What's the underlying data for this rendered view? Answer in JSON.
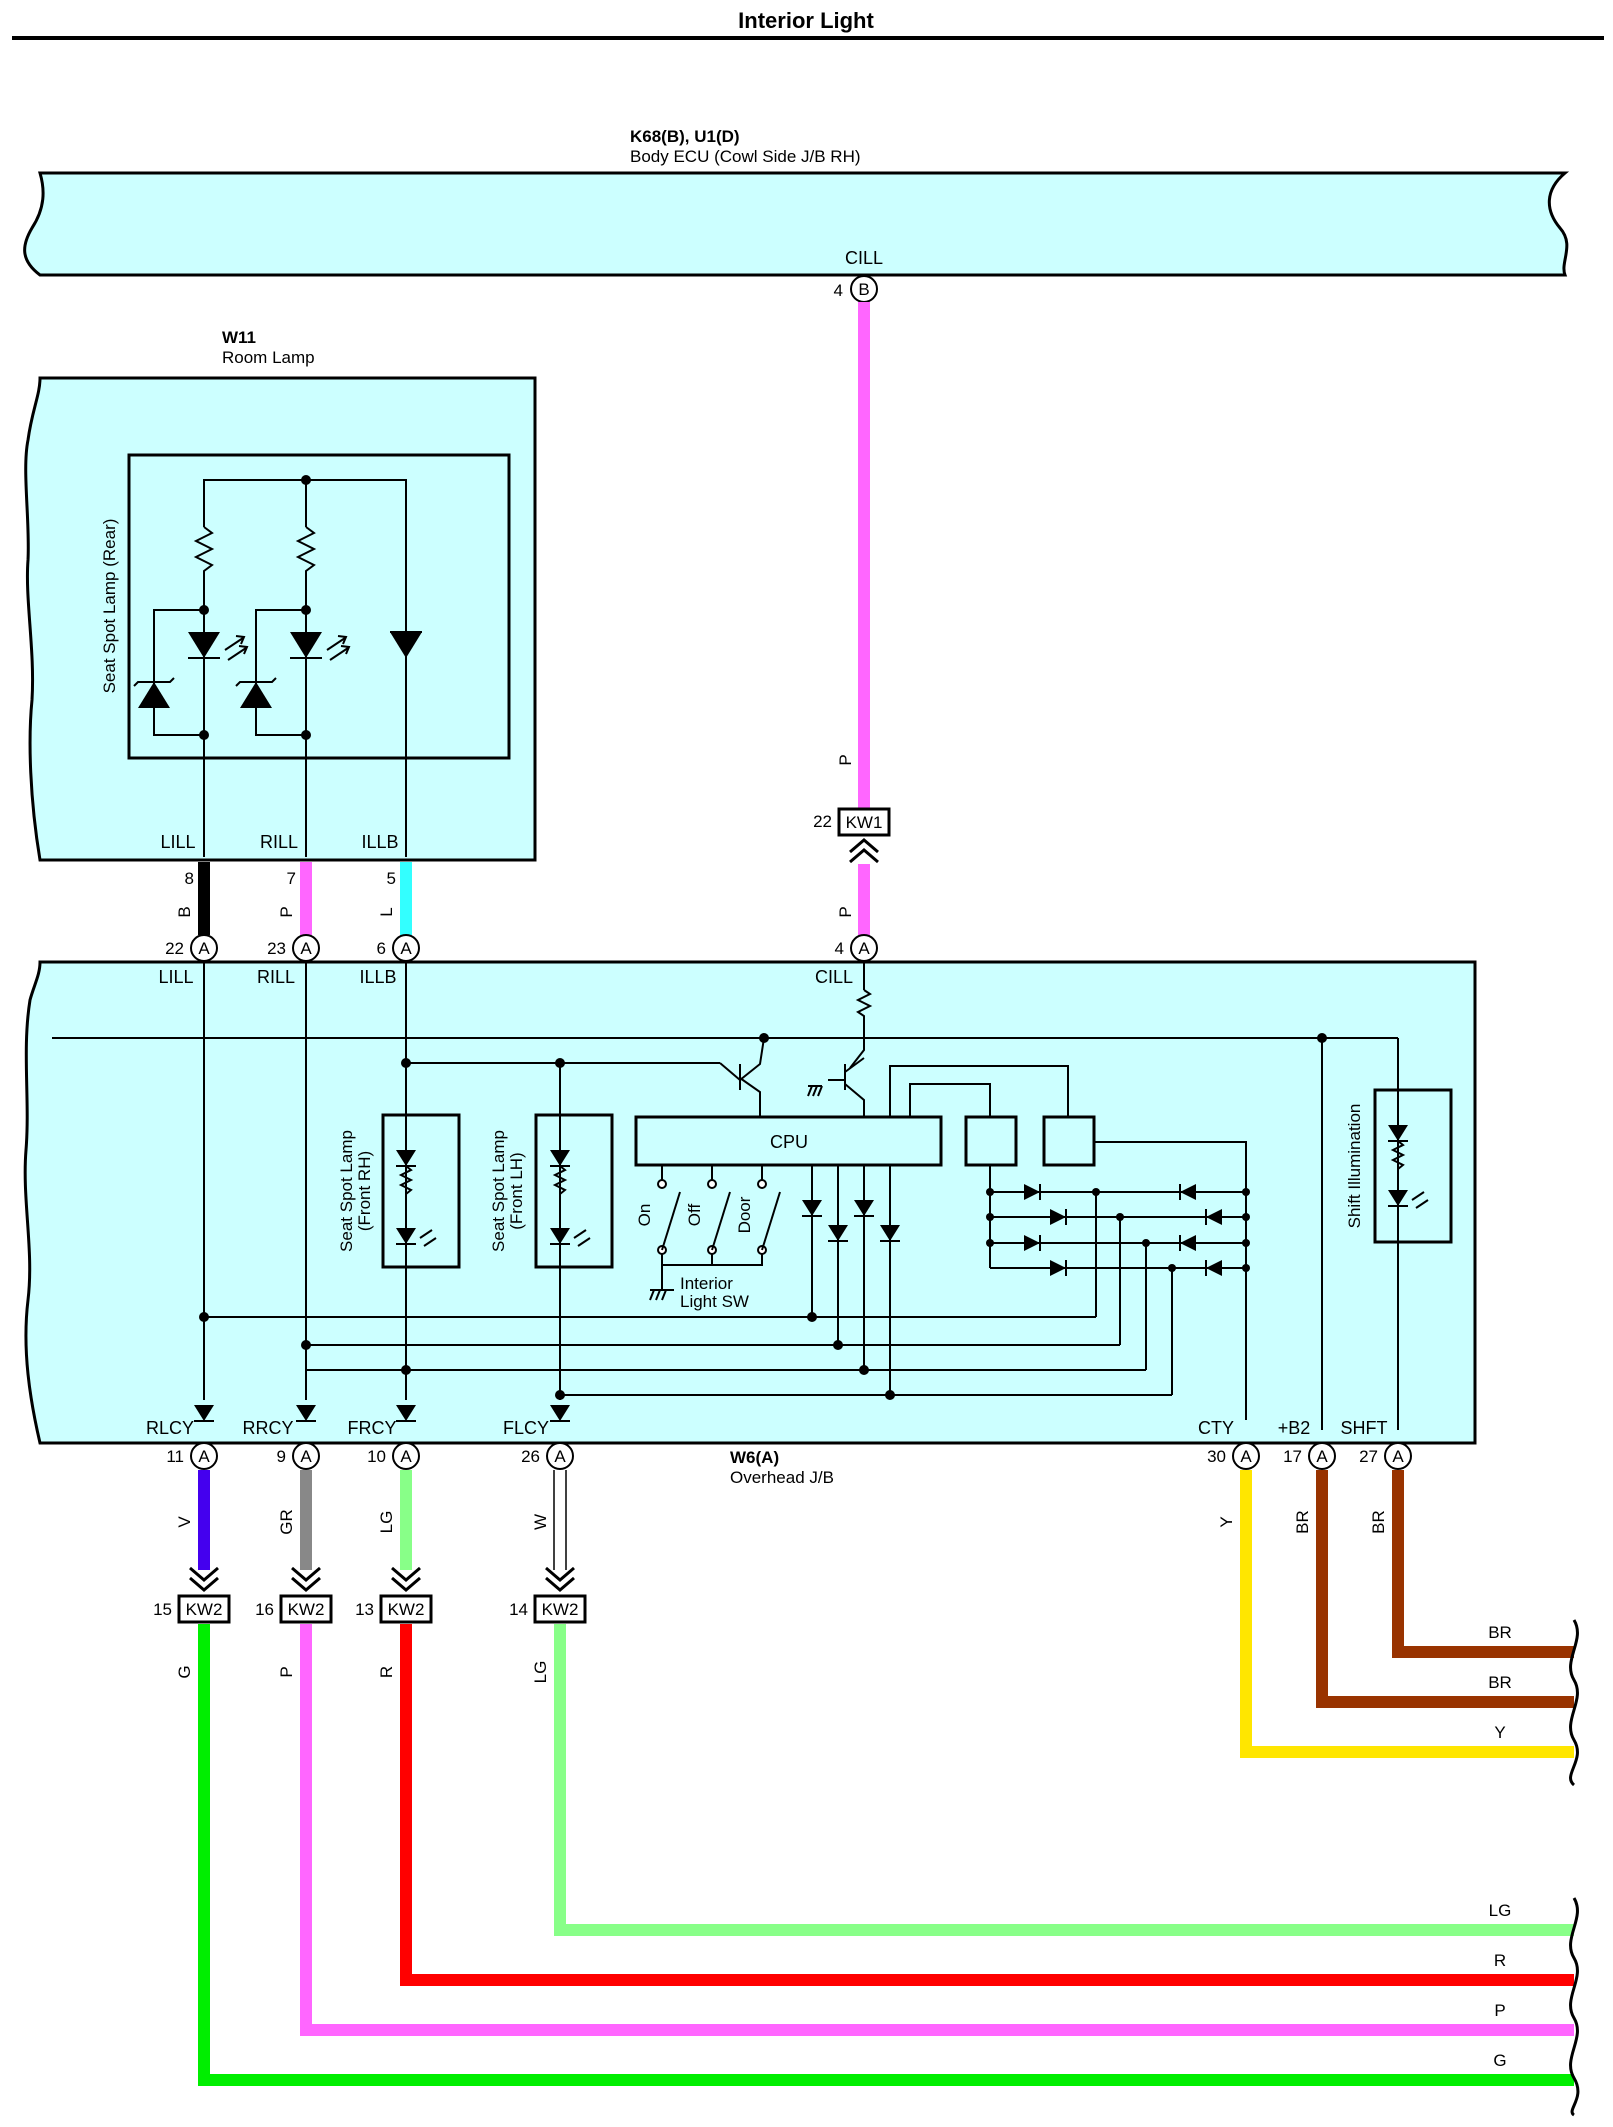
{
  "title": "Interior Light",
  "colors": {
    "panel": "#ccffff",
    "P": "#ff66ff",
    "B": "#000000",
    "L": "#33ffff",
    "V": "#4400ee",
    "GR": "#888888",
    "LG": "#88ff88",
    "W": "#ffffff",
    "Y": "#ffe600",
    "BR": "#993300",
    "G": "#00ee00",
    "R": "#ff0000"
  },
  "body_ecu": {
    "code": "K68(B), U1(D)",
    "name": "Body ECU (Cowl Side J/B RH)",
    "terminal": "CILL",
    "pin": "4",
    "connector": "B"
  },
  "room_lamp": {
    "code": "W11",
    "name": "Room Lamp",
    "inner_label": "Seat Spot Lamp (Rear)",
    "terminals": [
      {
        "name": "LILL",
        "pin": "8",
        "wire": "B"
      },
      {
        "name": "RILL",
        "pin": "7",
        "wire": "P"
      },
      {
        "name": "ILLB",
        "pin": "5",
        "wire": "L"
      }
    ]
  },
  "overhead_jb": {
    "code": "W6(A)",
    "name": "Overhead J/B",
    "top_terminals": [
      {
        "name": "LILL",
        "pin": "22",
        "connector": "A"
      },
      {
        "name": "RILL",
        "pin": "23",
        "connector": "A"
      },
      {
        "name": "ILLB",
        "pin": "6",
        "connector": "A"
      },
      {
        "name": "CILL",
        "pin": "4",
        "connector": "A"
      }
    ],
    "bottom_terminals": [
      {
        "name": "RLCY",
        "pin": "11",
        "connector": "A",
        "wire": "V"
      },
      {
        "name": "RRCY",
        "pin": "9",
        "connector": "A",
        "wire": "GR"
      },
      {
        "name": "FRCY",
        "pin": "10",
        "connector": "A",
        "wire": "LG"
      },
      {
        "name": "FLCY",
        "pin": "26",
        "connector": "A",
        "wire": "W"
      },
      {
        "name": "CTY",
        "pin": "30",
        "connector": "A",
        "wire": "Y"
      },
      {
        "name": "+B2",
        "pin": "17",
        "connector": "A",
        "wire": "BR"
      },
      {
        "name": "SHFT",
        "pin": "27",
        "connector": "A",
        "wire": "BR"
      }
    ],
    "cpu_label": "CPU",
    "front_rh_lamp": [
      "Seat Spot Lamp",
      "(Front RH)"
    ],
    "front_lh_lamp": [
      "Seat Spot Lamp",
      "(Front LH)"
    ],
    "switch_positions": [
      "On",
      "Off",
      "Door"
    ],
    "switch_label": [
      "Interior",
      "Light SW"
    ],
    "shift_label": "Shift Illumination"
  },
  "kw1": {
    "name": "KW1",
    "pin": "22",
    "wire_above": "P",
    "wire_below": "P"
  },
  "kw2": [
    {
      "name": "KW2",
      "pin": "15",
      "wire_out": "G"
    },
    {
      "name": "KW2",
      "pin": "16",
      "wire_out": "P"
    },
    {
      "name": "KW2",
      "pin": "13",
      "wire_out": "R"
    },
    {
      "name": "KW2",
      "pin": "14",
      "wire_out": "LG"
    }
  ],
  "right_wire_labels": [
    "BR",
    "BR",
    "Y",
    "LG",
    "R",
    "P",
    "G"
  ]
}
